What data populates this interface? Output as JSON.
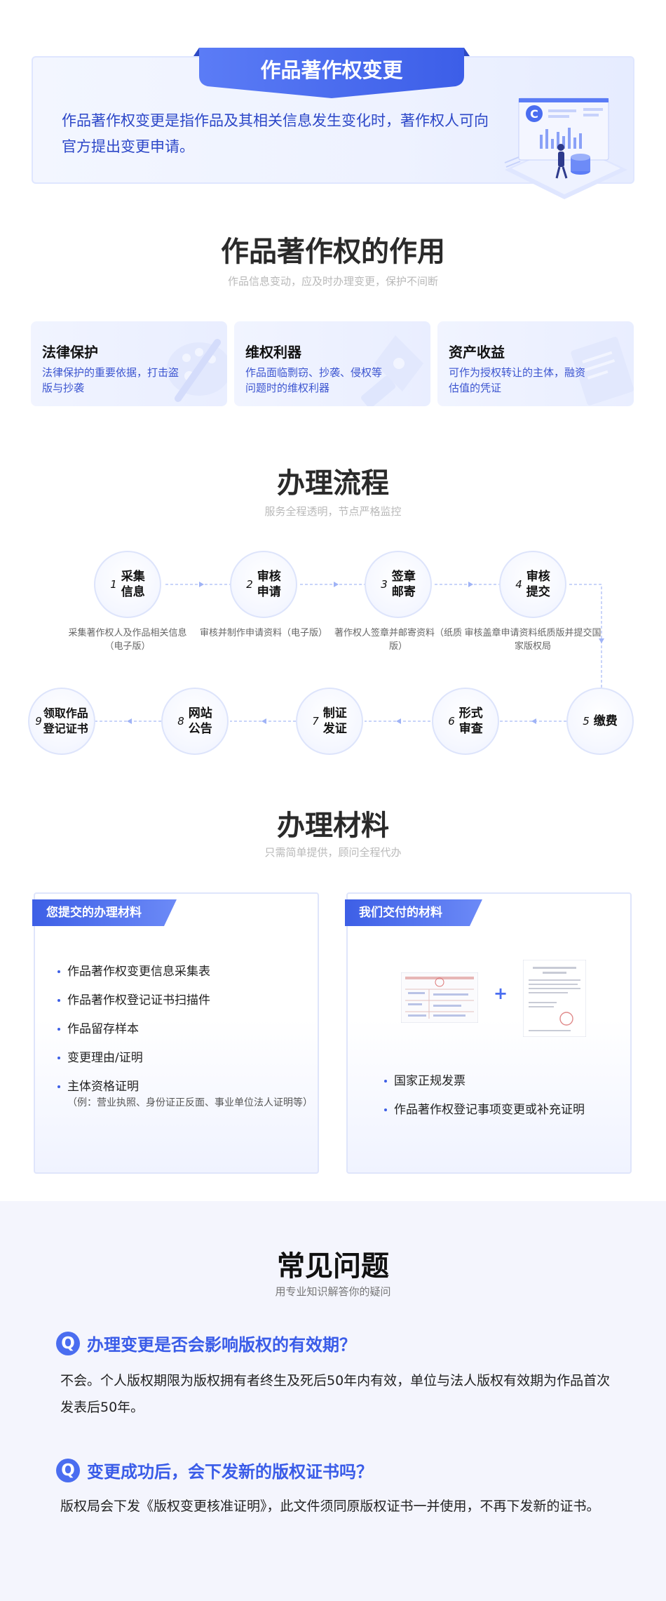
{
  "hero": {
    "title": "作品著作权变更",
    "description": "作品著作权变更是指作品及其相关信息发生变化时，著作权人可向官方提出变更申请。",
    "colors": {
      "accent": "#4a6df0",
      "text": "#2c47c8"
    }
  },
  "roles": {
    "title": "作品著作权的作用",
    "subtitle": "作品信息变动，应及时办理变更，保护不间断",
    "cards": [
      {
        "title": "法律保护",
        "desc": "法律保护的重要依据，打击盗版与抄袭",
        "icon": "palette-brush-icon"
      },
      {
        "title": "维权利器",
        "desc": "作品面临剽窃、抄袭、侵权等问题时的维权利器",
        "icon": "pen-nib-icon"
      },
      {
        "title": "资产收益",
        "desc": "可作为授权转让的主体，融资估值的凭证",
        "icon": "document-pen-icon"
      }
    ]
  },
  "process": {
    "title": "办理流程",
    "subtitle": "服务全程透明，节点严格监控",
    "steps": [
      {
        "num": "1",
        "label": "采集\n信息",
        "desc": "采集著作权人及作品相关信息（电子版）"
      },
      {
        "num": "2",
        "label": "审核\n申请",
        "desc": "审核并制作申请资料（电子版）"
      },
      {
        "num": "3",
        "label": "签章\n邮寄",
        "desc": "著作权人签章并邮寄资料（纸质版）"
      },
      {
        "num": "4",
        "label": "审核\n提交",
        "desc": "审核盖章申请资料纸质版并提交国家版权局"
      },
      {
        "num": "5",
        "label": "缴费",
        "desc": ""
      },
      {
        "num": "6",
        "label": "形式\n审查",
        "desc": ""
      },
      {
        "num": "7",
        "label": "制证\n发证",
        "desc": ""
      },
      {
        "num": "8",
        "label": "网站\n公告",
        "desc": ""
      },
      {
        "num": "9",
        "label": "领取作品\n登记证书",
        "desc": ""
      }
    ]
  },
  "materials": {
    "title": "办理材料",
    "subtitle": "只需简单提供，顾问全程代办",
    "submit": {
      "tab": "您提交的办理材料",
      "items": [
        {
          "text": "作品著作权变更信息采集表",
          "note": ""
        },
        {
          "text": "作品著作权登记证书扫描件",
          "note": ""
        },
        {
          "text": "作品留存样本",
          "note": ""
        },
        {
          "text": "变更理由/证明",
          "note": ""
        },
        {
          "text": "主体资格证明",
          "note": "（例：营业执照、身份证正反面、事业单位法人证明等）"
        }
      ]
    },
    "deliver": {
      "tab": "我们交付的材料",
      "plus": "+",
      "items": [
        {
          "text": "国家正规发票"
        },
        {
          "text": "作品著作权登记事项变更或补充证明"
        }
      ]
    }
  },
  "faq": {
    "title": "常见问题",
    "subtitle": "用专业知识解答你的疑问",
    "badge": "Q",
    "items": [
      {
        "q": "办理变更是否会影响版权的有效期？",
        "a": "不会。个人版权期限为版权拥有者终生及死后50年内有效，单位与法人版权有效期为作品首次发表后50年。"
      },
      {
        "q": "变更成功后，会下发新的版权证书吗？",
        "a": "版权局会下发《版权变更核准证明》，此文件须同原版权证书一并使用，不再下发新的证书。"
      }
    ]
  }
}
